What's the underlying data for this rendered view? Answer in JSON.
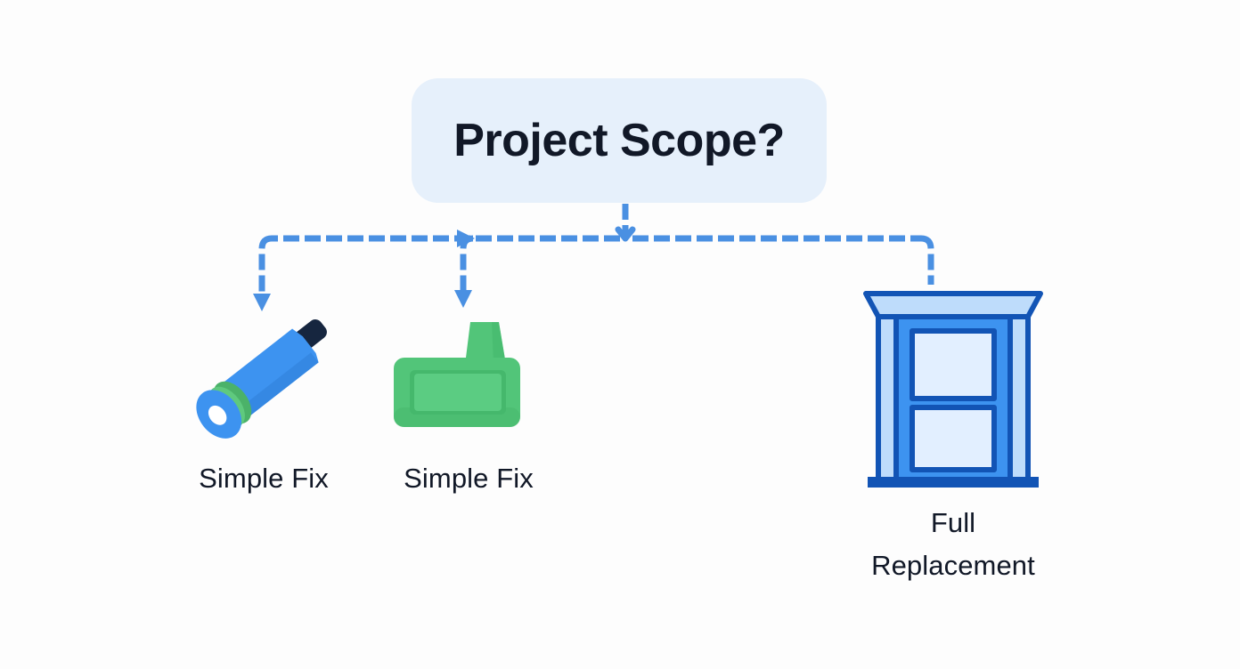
{
  "diagram": {
    "type": "decision-tree",
    "background_color": "#fdfdfd",
    "root": {
      "title": "Project Scope?",
      "box_fill": "#e6f0fb",
      "text_color": "#111827"
    },
    "connector": {
      "style": "dashed",
      "color": "#4a90e2",
      "branch_count": 3,
      "arrowheads": [
        "down-left-branch",
        "right-mid-junction",
        "down-mid-branch"
      ]
    },
    "branches": [
      {
        "label": "Simple Fix",
        "icon": "caulk-tube-icon",
        "icon_colors": {
          "body": "#3d93f0",
          "body_shade": "#2f7fd8",
          "collar": "#5fc97e",
          "collar_shade": "#4bb269",
          "tip": "#16263f",
          "hole": "#ffffff"
        }
      },
      {
        "label": "Simple Fix",
        "icon": "sealant-block-icon",
        "icon_colors": {
          "body": "#52c579",
          "body_shade": "#45b86c",
          "inset": "#5bcc82"
        }
      },
      {
        "label": "Full Replacement",
        "label_lines": [
          "Full",
          "Replacement"
        ],
        "icon": "window-icon",
        "icon_colors": {
          "outline": "#1254b5",
          "frame": "#3d93f0",
          "pillar": "#bedcfb",
          "cornice": "#bedcfb",
          "glass": "#e2efff"
        }
      }
    ]
  },
  "accent_colors": {
    "line_blue": "#4a90e2",
    "dark_navy": "#111827",
    "box_blue": "#e6f0fb"
  }
}
